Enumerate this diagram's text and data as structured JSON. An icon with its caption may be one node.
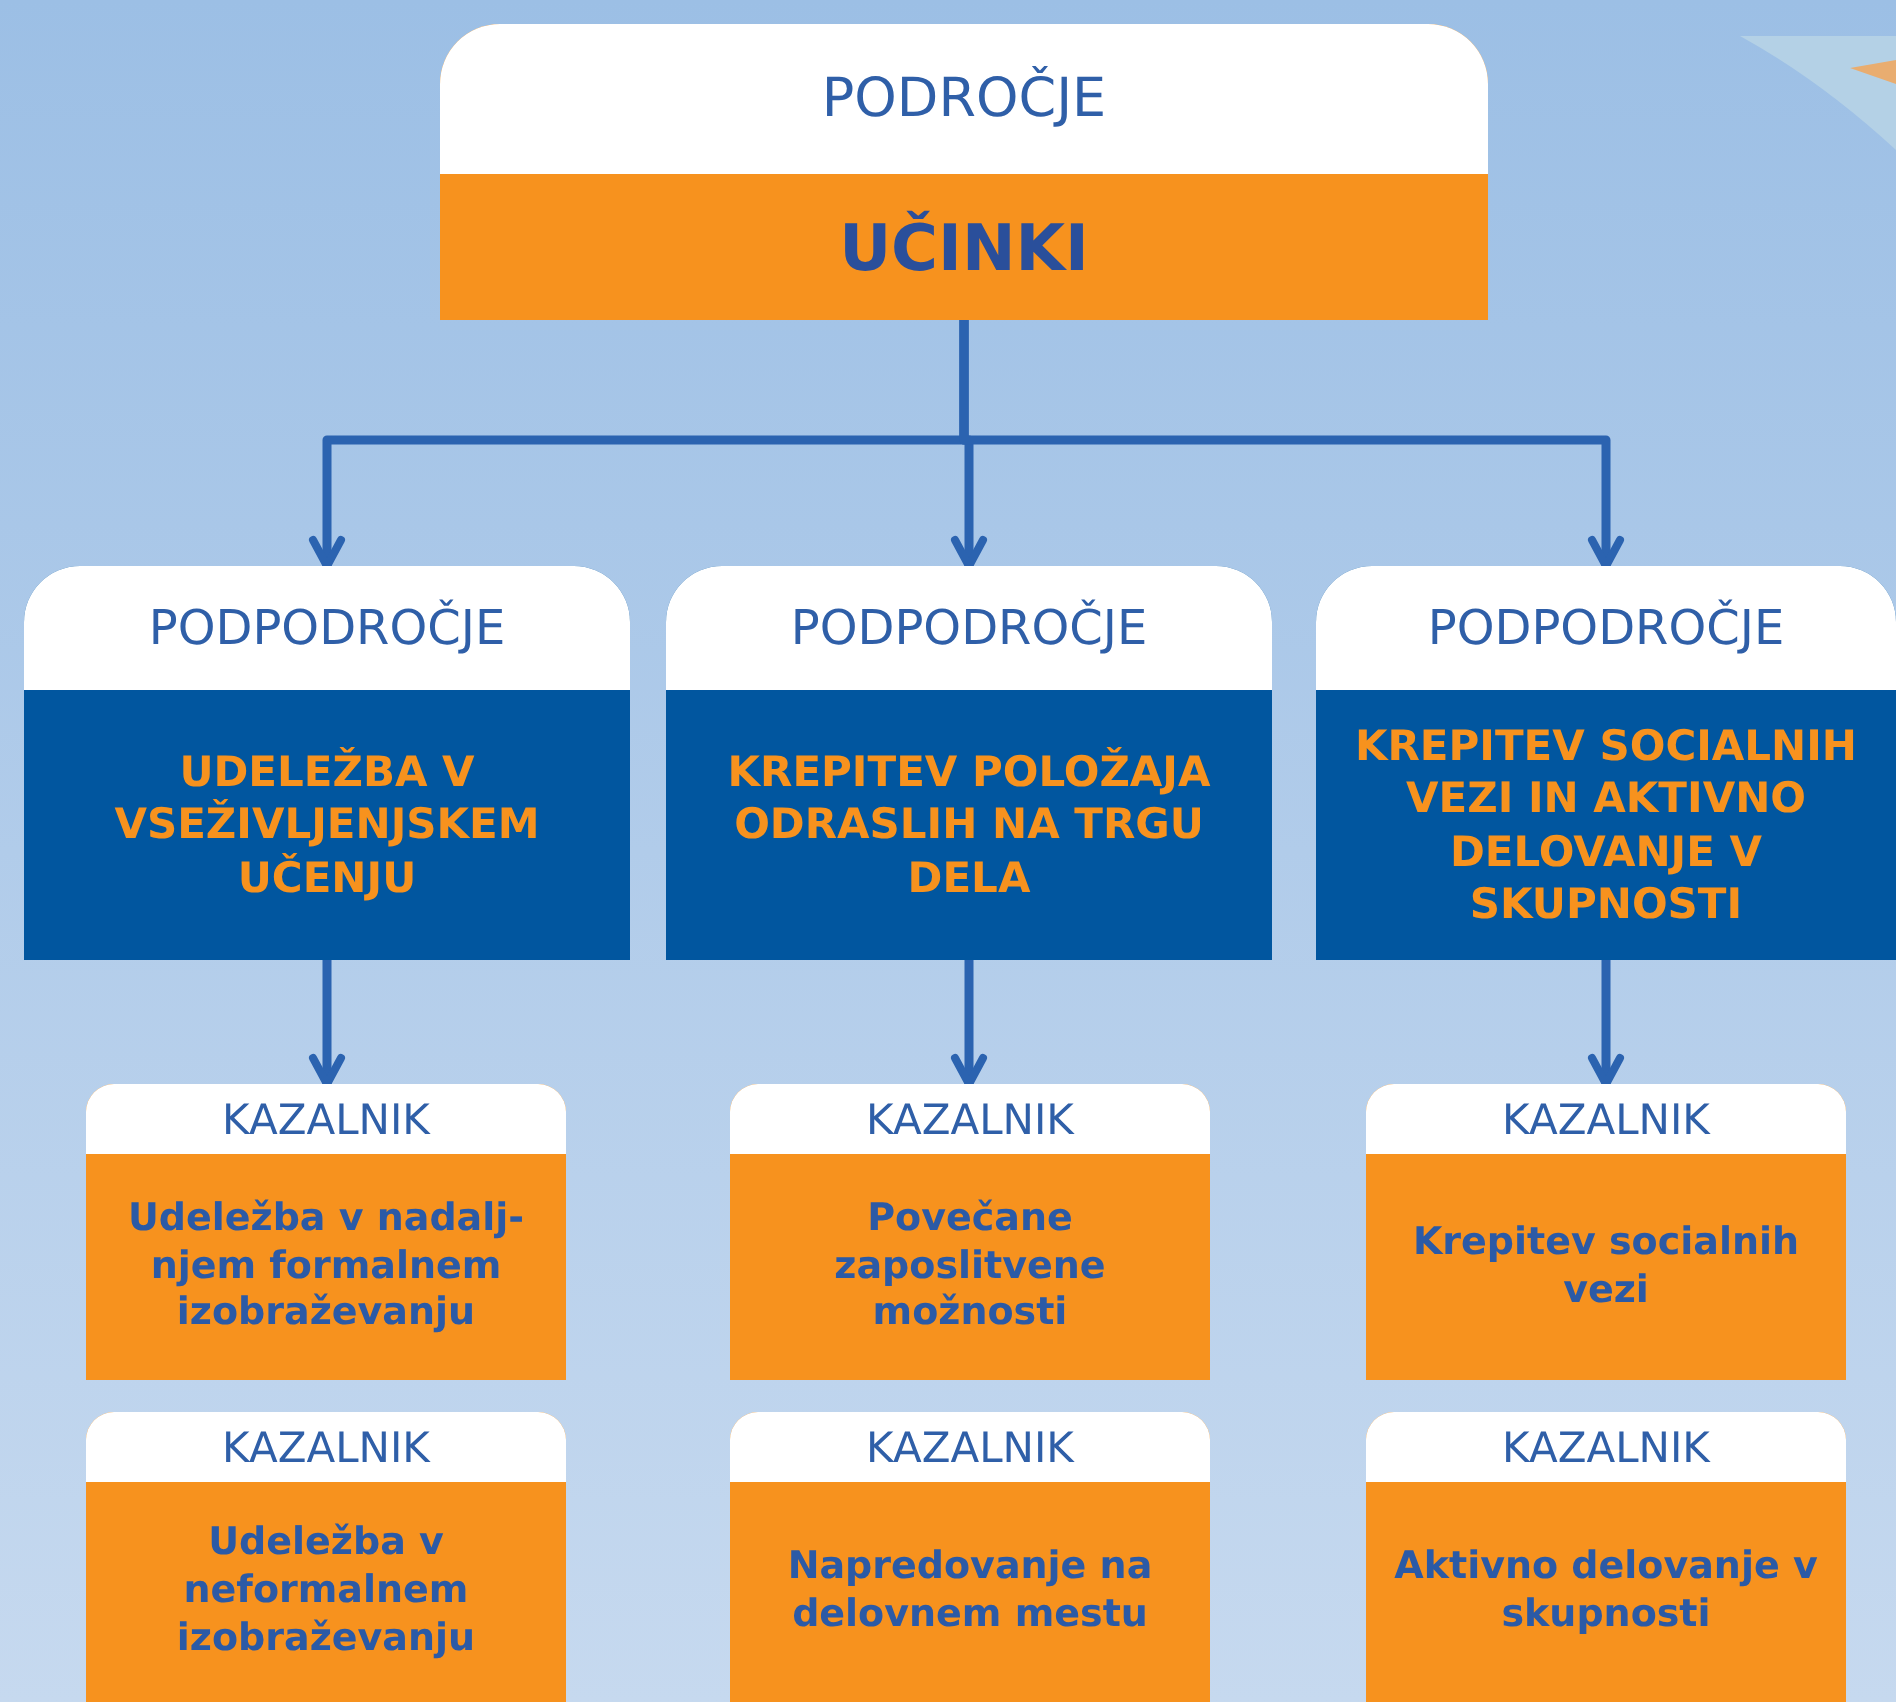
{
  "diagram": {
    "nodes": [
      {
        "text": [
          "PODROČJE",
          "UČINKI"
        ]
      },
      {
        "text": [
          "PODPODROČJE",
          "UDELEŽBA V VSEŽIVLJENJSKEM UČENJU"
        ]
      },
      {
        "text": [
          "PODPODROČJE",
          "KREPITEV POLOŽAJA ODRASLIH NA TRGU DELA"
        ]
      },
      {
        "text": [
          "PODPODROČJE",
          "KREPITEV SOCIALNIH VEZI IN AKTIVNO DELOVANJE V SKUPNOSTI"
        ]
      },
      {
        "text": [
          "KAZALNIK",
          "Udeležba v nadalj-njem formalnem izobraževanju"
        ]
      },
      {
        "text": [
          "KAZALNIK",
          "Povečane zaposlitvene možnosti"
        ]
      },
      {
        "text": [
          "KAZALNIK",
          "Krepitev socialnih vezi"
        ]
      },
      {
        "text": [
          "KAZALNIK",
          "Udeležba v neformalnem izobraževanju"
        ]
      },
      {
        "text": [
          "KAZALNIK",
          "Napredovanje na delovnem mestu"
        ]
      },
      {
        "text": [
          "KAZALNIK",
          "Aktivno delovanje v skupnosti"
        ]
      }
    ],
    "edges": [
      {
        "from": 0,
        "to": 1,
        "arrow": "to"
      },
      {
        "from": 0,
        "to": 2,
        "arrow": "to"
      },
      {
        "from": 0,
        "to": 3,
        "arrow": "to"
      },
      {
        "from": 1,
        "to": 4,
        "arrow": "to"
      },
      {
        "from": 2,
        "to": 5,
        "arrow": "to"
      },
      {
        "from": 3,
        "to": 6,
        "arrow": "to"
      }
    ]
  }
}
